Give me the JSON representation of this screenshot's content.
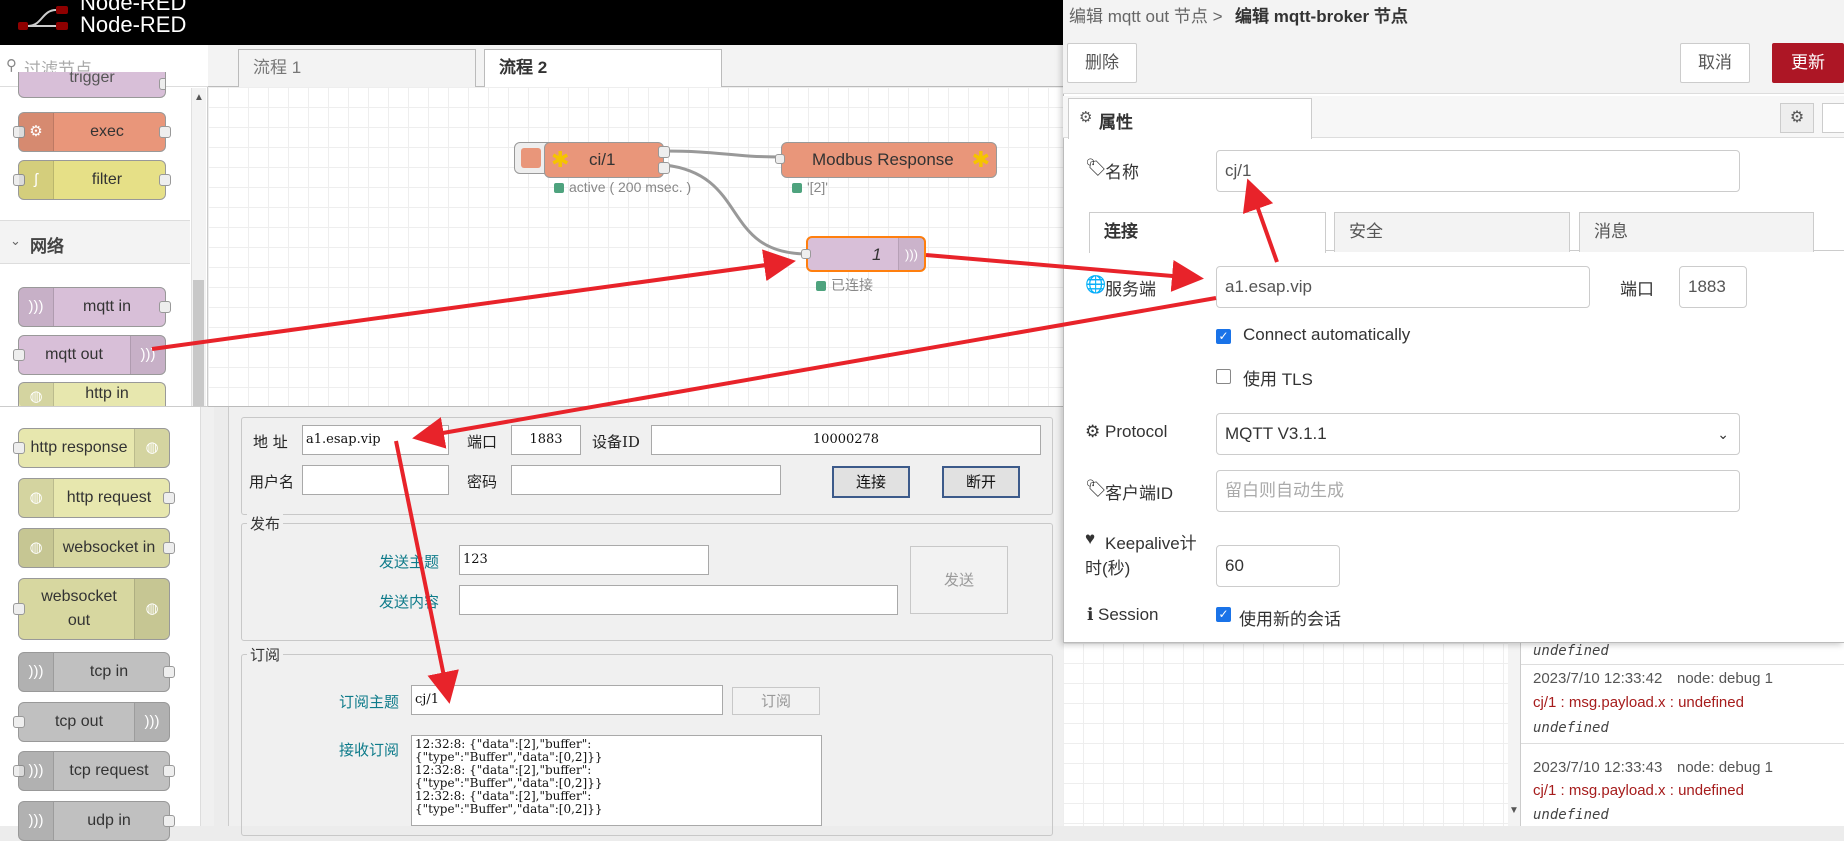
{
  "nodered": {
    "app_name": "Node-RED",
    "filter_placeholder": "过滤节点",
    "category_network": "网络",
    "tabs": [
      {
        "label": "流程 1"
      },
      {
        "label": "流程 2"
      }
    ],
    "palette_top": {
      "trigger": "trigger",
      "exec": "exec",
      "filter": "filter",
      "mqtt_in": "mqtt in",
      "mqtt_out": "mqtt out",
      "http_in": "http in"
    },
    "palette_low": {
      "http_response": "http response",
      "http_request": "http request",
      "websocket_in": "websocket in",
      "websocket_out_1": "websocket",
      "websocket_out_2": "out",
      "tcp_in": "tcp in",
      "tcp_out": "tcp out",
      "tcp_request": "tcp request",
      "udp_in": "udp in"
    },
    "flow": {
      "node_ci": "ci/1",
      "node_ci_status": "active ( 200 msec. )",
      "node_modbus": "Modbus Response",
      "node_modbus_status": "'[2]'",
      "node_mqtt": "1",
      "node_mqtt_status": "已连接"
    }
  },
  "editor": {
    "breadcrumb": "编辑 mqtt out 节点 >",
    "title": "编辑 mqtt-broker 节点",
    "delete_label": "删除",
    "cancel_label": "取消",
    "update_label": "更新",
    "properties_tab": "属性",
    "name_label": "名称",
    "name_value": "cj/1",
    "tabs": [
      {
        "label": "连接"
      },
      {
        "label": "安全"
      },
      {
        "label": "消息"
      }
    ],
    "server_label": "服务端",
    "server_value": "a1.esap.vip",
    "port_label": "端口",
    "port_value": "1883",
    "connect_auto_label": "Connect automatically",
    "connect_auto_checked": true,
    "tls_label": "使用 TLS",
    "tls_checked": false,
    "protocol_label": "Protocol",
    "protocol_value": "MQTT V3.1.1",
    "client_id_label": "客户端ID",
    "client_id_placeholder": "留白则自动生成",
    "keepalive_label_1": "Keepalive计",
    "keepalive_label_2": "时(秒)",
    "keepalive_value": "60",
    "session_label": "Session",
    "session_option_label": "使用新的会话",
    "session_checked": true
  },
  "debug": {
    "entries": [
      {
        "value": "undefined"
      },
      {
        "time": "2023/7/10 12:33:42",
        "node": "node: debug 1",
        "path": "cj/1 : msg.payload.x : undefined",
        "value": "undefined"
      },
      {
        "time": "2023/7/10 12:33:43",
        "node": "node: debug 1",
        "path": "cj/1 : msg.payload.x : undefined",
        "value": "undefined"
      }
    ]
  },
  "tool": {
    "address_label": "地 址",
    "address_value": "a1.esap.vip",
    "port_label": "端口",
    "port_value": "1883",
    "device_id_label": "设备ID",
    "device_id_value": "10000278",
    "username_label": "用户名",
    "username_value": "",
    "password_label": "密码",
    "password_value": "",
    "connect_label": "连接",
    "disconnect_label": "断开",
    "publish_group": "发布",
    "send_topic_label": "发送主题",
    "send_topic_value": "123",
    "send_content_label": "发送内容",
    "send_content_value": "",
    "send_label": "发送",
    "subscribe_group": "订阅",
    "sub_topic_label": "订阅主题",
    "sub_topic_value": "cj/1",
    "subscribe_label": "订阅",
    "receive_label": "接收订阅",
    "receive_lines": [
      "12:32:8: {\"data\":[2],\"buffer\":",
      "{\"type\":\"Buffer\",\"data\":[0,2]}}",
      "12:32:8: {\"data\":[2],\"buffer\":",
      "{\"type\":\"Buffer\",\"data\":[0,2]}}",
      "12:32:8: {\"data\":[2],\"buffer\":",
      "{\"type\":\"Buffer\",\"data\":[0,2]}}"
    ]
  },
  "colors": {
    "update_button": "#ad1625",
    "annotation_arrow": "#e8232a",
    "mqtt_node": "#d8bfd8",
    "function_node": "#e9967a"
  }
}
